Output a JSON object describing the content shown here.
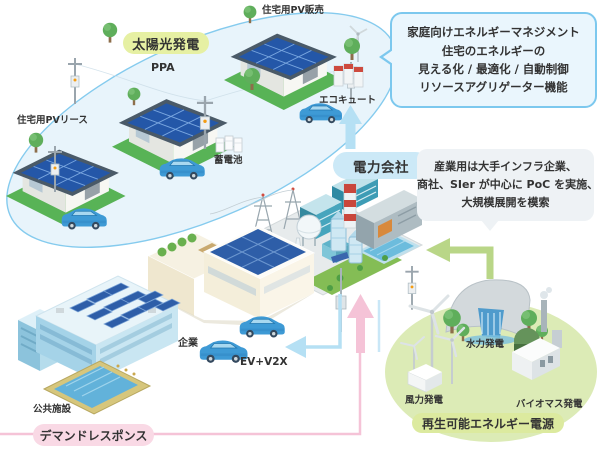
{
  "colors": {
    "accent_blue_arrow": "#b5e0f4",
    "accent_pink_arrow": "#f5c3d7",
    "accent_green_arrow": "#b9d687",
    "pill_solar_bg": "#e6f0a3",
    "pill_power_bg": "#cce9f7",
    "pill_demand_response_bg": "#f9d9e5",
    "pill_renewable_bg": "#dcea9f",
    "bubble_fill": "#eaf6fd",
    "bubble_border": "#7cc8ee",
    "note_fill": "#eef2f5",
    "residential_ellipse": "#e8f4fb",
    "renewable_ellipse": "#dcebb6",
    "solar_panel": "#2457a8"
  },
  "labels": {
    "solar_pv": "太陽光発電",
    "ppa": "PPA",
    "pv_lease": "住宅用PVリース",
    "pv_sales": "住宅用PV販売",
    "ecocute": "エコキュート",
    "battery": "蓄電池",
    "power_company": "電力会社",
    "company": "企業",
    "ev_v2x": "EV+V2X",
    "public_facility": "公共施設",
    "demand_response": "デマンドレスポンス",
    "renewable_source": "再生可能エネルギー電源",
    "hydro": "水力発電",
    "wind": "風力発電",
    "biomass": "バイオマス発電"
  },
  "callouts": {
    "home_energy": {
      "lines": [
        "家庭向けエネルギーマネジメント",
        "住宅のエネルギーの",
        "見える化 / 最適化 / 自動制御",
        "リソースアグリゲーター機能"
      ]
    },
    "industry": {
      "lines": [
        "産業用は大手インフラ企業、",
        "商社、SIer が中心に PoC を実施、",
        "大規模展開を模索"
      ]
    }
  }
}
